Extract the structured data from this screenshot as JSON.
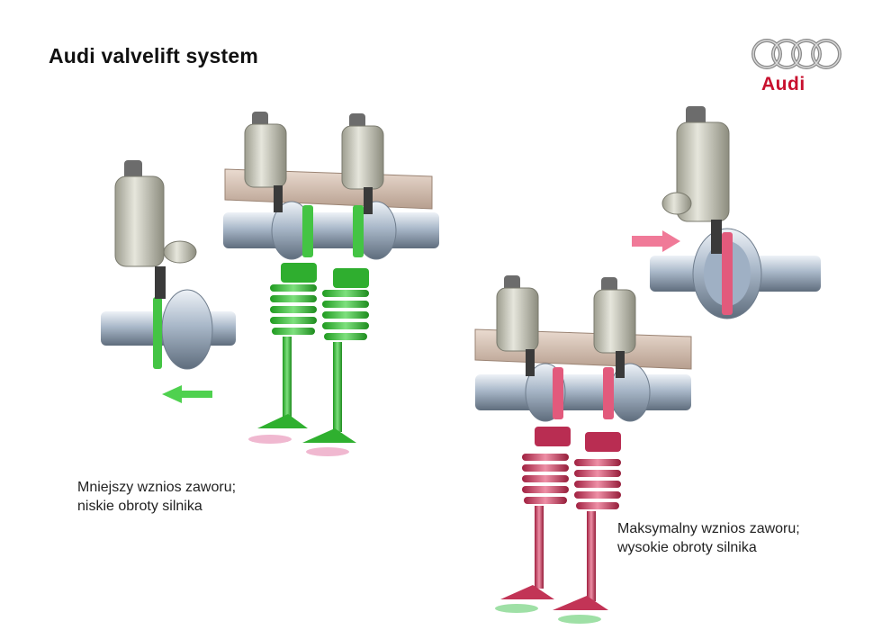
{
  "title": "Audi valvelift system",
  "logo": {
    "brand_text": "Audi",
    "icon": "audi-rings-icon",
    "color": "#c8102e"
  },
  "captions": {
    "low_lift": {
      "line1": "Mniejszy wznios zaworu;",
      "line2": "niskie obroty silnika"
    },
    "high_lift": {
      "line1": "Maksymalny wznios zaworu;",
      "line2": "wysokie obroty silnika"
    }
  },
  "colors": {
    "low_lift_accent": "#3fc63f",
    "high_lift_accent": "#d9456a",
    "actuator": "#c9c9bd",
    "shaft": "#b9c6d6",
    "rail": "#d9c4b4"
  }
}
